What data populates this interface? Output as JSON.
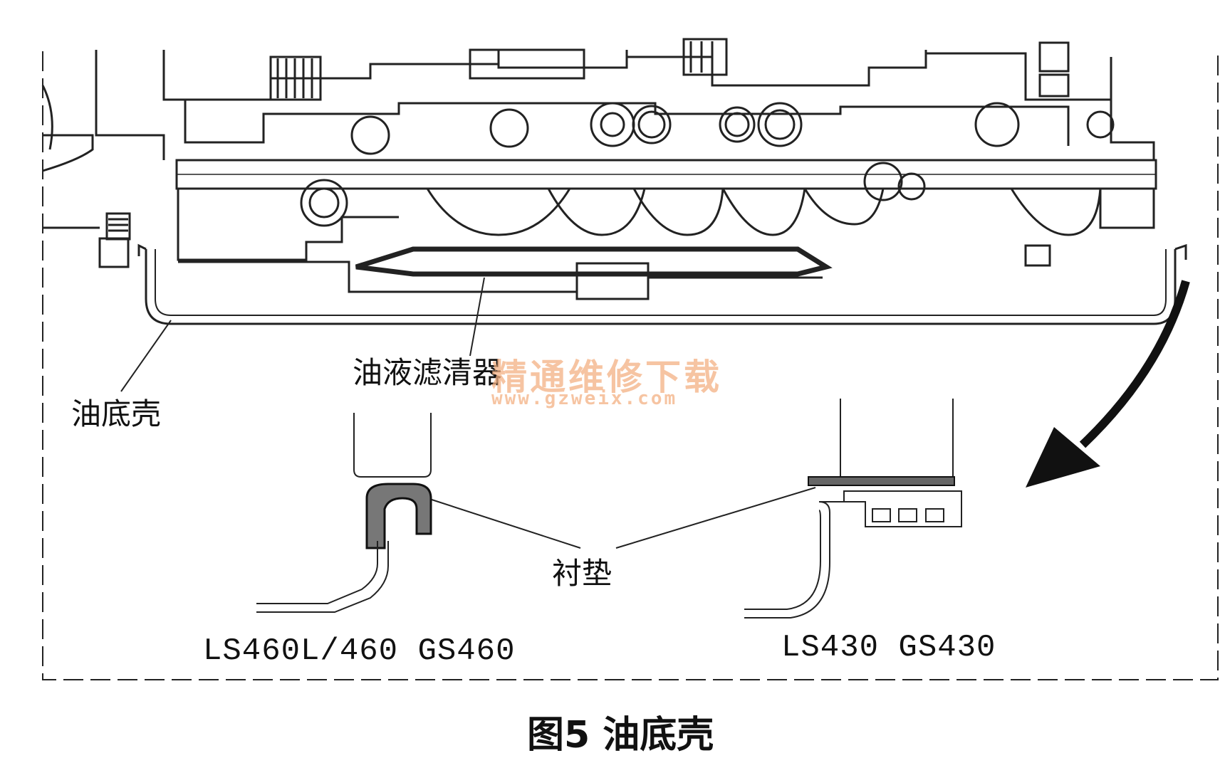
{
  "labels": {
    "oil_pan": "油底壳",
    "oil_filter": "油液滤清器",
    "gasket": "衬垫",
    "model_left": "LS460L/460 GS460",
    "model_right": "LS430 GS430"
  },
  "watermark": {
    "text_cn": "精通维修下载",
    "url": "www.gzweix.com"
  },
  "caption": "图5 油底壳",
  "colors": {
    "line": "#222222",
    "watermark": "#f4b183"
  }
}
